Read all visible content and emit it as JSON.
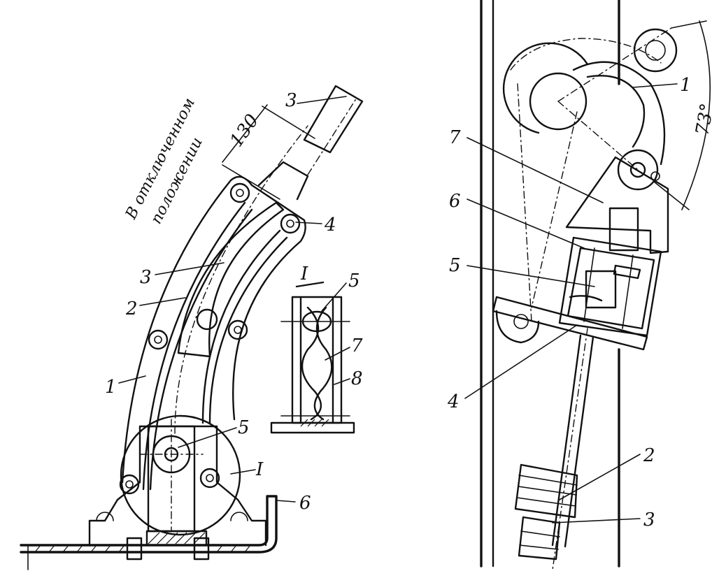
{
  "left_figure": {
    "rotated_caption_line1": "В отключенном",
    "rotated_caption_line2": "положении",
    "dimension_130": "130",
    "inset_label": "I",
    "callout_labels": {
      "top_3": "3",
      "label_4": "4",
      "label_3": "3",
      "label_2": "2",
      "label_1": "1",
      "label_5": "5",
      "label_I": "I",
      "label_6": "6",
      "inset_5": "5",
      "inset_7": "7",
      "inset_8": "8"
    }
  },
  "right_figure": {
    "angle_label": "73°",
    "callout_labels": {
      "label_1": "1",
      "label_7": "7",
      "label_6": "6",
      "label_5": "5",
      "label_4": "4",
      "label_2": "2",
      "label_3": "3"
    }
  }
}
